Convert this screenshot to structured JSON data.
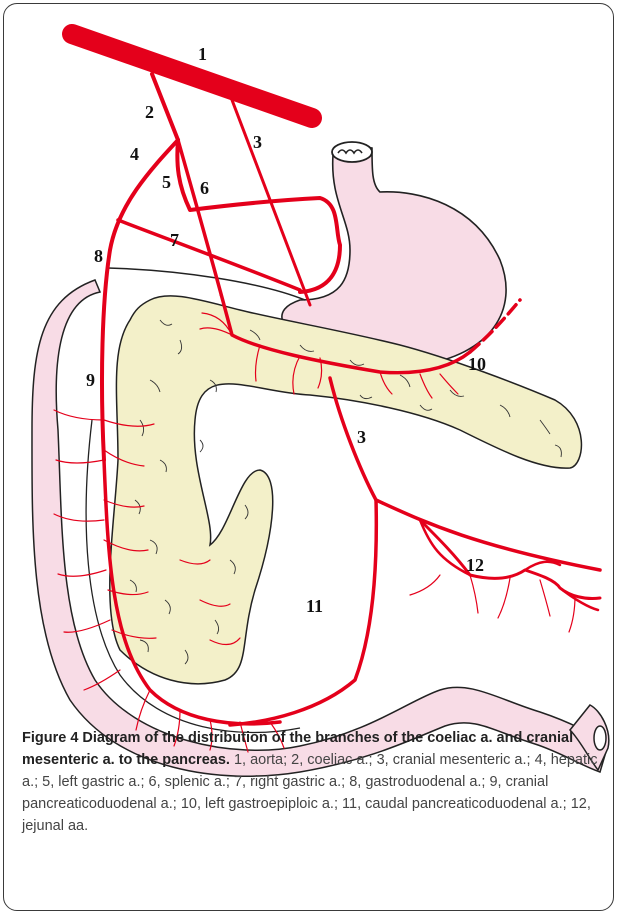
{
  "colors": {
    "artery": "#e4001b",
    "stomach_fill": "#f8dce6",
    "intestine_fill": "#f8dce6",
    "pancreas_fill": "#f3f0c9",
    "outline": "#222222"
  },
  "labels": {
    "aorta": "1",
    "coeliac": "2",
    "cranial_mesenteric_top": "3",
    "hepatic": "4",
    "left_gastric": "5",
    "splenic": "6",
    "right_gastric": "7",
    "gastroduodenal": "8",
    "cranial_pancreaticoduodenal": "9",
    "left_gastroepiploic": "10",
    "cranial_mesenteric_bottom": "3",
    "caudal_pancreaticoduodenal": "11",
    "jejunal": "12"
  },
  "caption": {
    "heading": "Figure 4 Diagram of the distribution of the branches of the coeliac a. and cranial mesenteric a. to the pancreas.",
    "body": " 1, aorta; 2, coeliac a.; 3, cranial mesenteric a.; 4, hepatic a.; 5, left gastric a.; 6, splenic a.; 7, right gastric a.; 8, gastroduodenal a.; 9, cranial pancreaticoduodenal a.; 10, left gastroepiploic a.; 11, caudal pancreaticoduodenal a.; 12, jejunal aa."
  }
}
